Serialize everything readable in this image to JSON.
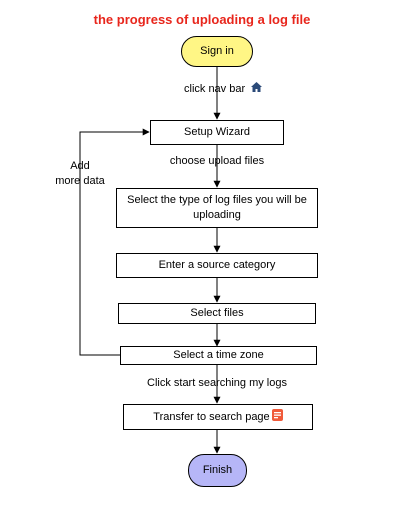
{
  "title": "the progress of uploading a log file",
  "colors": {
    "title": "#e8261c",
    "start_fill": "#fff685",
    "end_fill": "#b6b6f7",
    "stroke": "#000000",
    "home_icon": "#2b4a78",
    "page_icon": "#f05a3a"
  },
  "nodes": {
    "sign_in": "Sign in",
    "setup_wizard": "Setup Wizard",
    "select_type_line1": "Select the type of log files you will be",
    "select_type_line2": "uploading",
    "source_category": "Enter a source category",
    "select_files": "Select files",
    "time_zone": "Select a time zone",
    "transfer": "Transfer to search page",
    "finish": "Finish"
  },
  "edge_labels": {
    "click_nav_bar": "click nav bar",
    "choose_upload_files": "choose upload files",
    "add_more_data_line1": "Add",
    "add_more_data_line2": "more data",
    "click_start_searching": "Click start searching my logs"
  },
  "icons": {
    "nav_bar_icon": "home-icon",
    "transfer_icon": "search-page-icon"
  }
}
